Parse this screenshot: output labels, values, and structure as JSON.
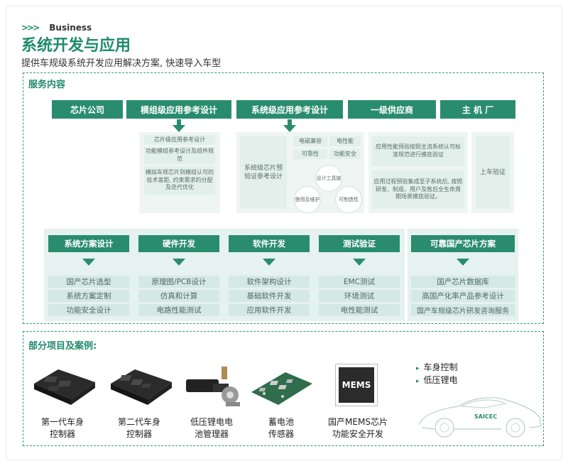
{
  "header": {
    "chevrons": ">>>",
    "en_tag": "Business",
    "title": "系统开发与应用",
    "subtitle": "提供车规级系统开发应用解决方案, 快速导入车型"
  },
  "services": {
    "label": "服务内容",
    "band": [
      "芯片公司",
      "模组级应用参考设计",
      "系统级应用参考设计",
      "一级供应商",
      "主 机 厂"
    ],
    "module_items": [
      "芯片级应用参考设计",
      "功能模组参考设计及组件规范",
      "模拟车规芯片到模组认可的技术差距, 约束需求的分配及迭代优化"
    ],
    "system_left": "系统级芯片预验证参考设计",
    "system_tags": [
      "电磁兼容",
      "电性能",
      "可靠性",
      "功能安全"
    ],
    "system_circles": [
      "设计工具链",
      "使用及维护",
      "可制造性"
    ],
    "tier1_items": [
      "应用性能预验按照主流系统认可标准规范进行摸底验证",
      "应用过程预验集成至子系统后, 按照研发、制造、用户及售后全生命周期场景摸底验证。"
    ],
    "oem_item": "上车验证"
  },
  "dev": {
    "columns": [
      {
        "title": "系统方案设计",
        "items": [
          "国产芯片选型",
          "系统方案定制",
          "功能安全设计"
        ]
      },
      {
        "title": "硬件开发",
        "items": [
          "原理图/PCB设计",
          "仿真和计算",
          "电路性能测试"
        ]
      },
      {
        "title": "软件开发",
        "items": [
          "软件架构设计",
          "基础软件开发",
          "应用软件开发"
        ]
      },
      {
        "title": "测试验证",
        "items": [
          "EMC测试",
          "环境测试",
          "电性能测试"
        ]
      }
    ],
    "reliable": {
      "title": "可靠国产芯片方案",
      "items": [
        "国产芯片数据库",
        "高国产化率产品参考设计",
        "国产车规级芯片研发咨询服务"
      ]
    }
  },
  "cases": {
    "label": "部分项目及案例:",
    "items": [
      {
        "line1": "第一代车身",
        "line2": "控制器"
      },
      {
        "line1": "第二代车身",
        "line2": "控制器"
      },
      {
        "line1": "低压锂电电",
        "line2": "池管理器"
      },
      {
        "line1": "蓄电池",
        "line2": "传感器"
      },
      {
        "line1": "国产MEMS芯片",
        "line2": "功能安全开发"
      }
    ],
    "mems_chip_text": "MEMS",
    "legend": [
      "车身控制",
      "低压锂电"
    ],
    "car_brand": "SAICEC"
  },
  "colors": {
    "accent": "#2a8c6e",
    "title": "#1f8a6c"
  }
}
